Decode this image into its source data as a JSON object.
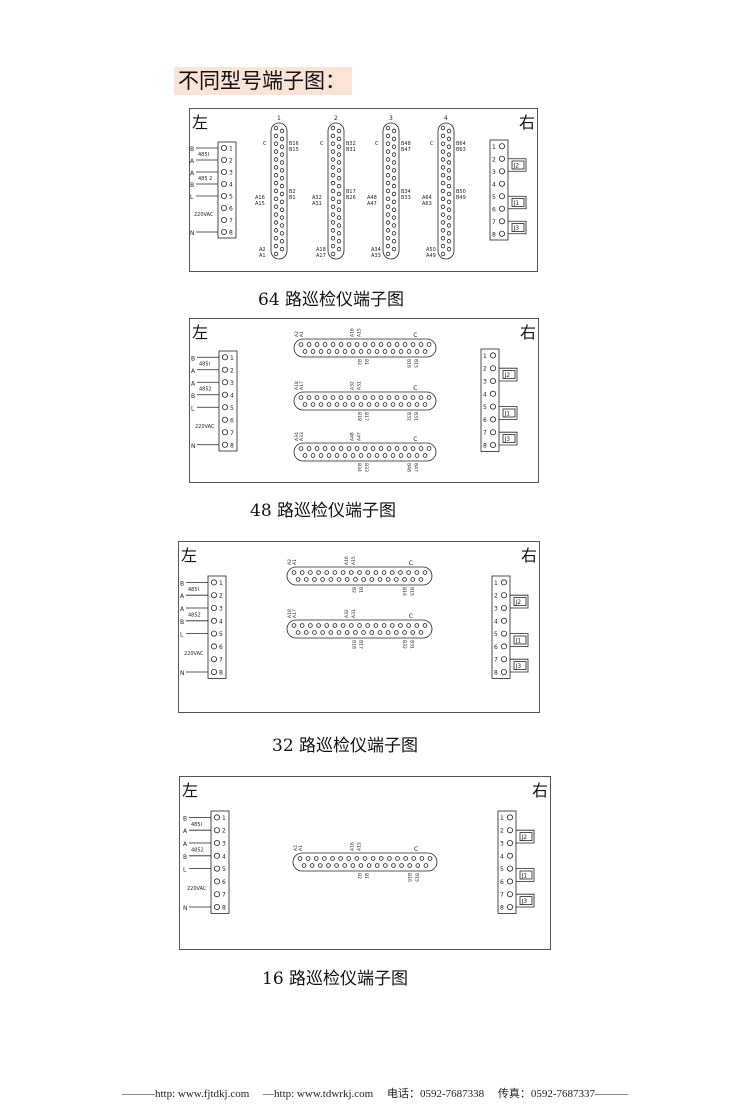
{
  "heading": "不同型号端子图：",
  "panels": [
    {
      "id": "p64",
      "caption": "64 路巡检仪端子图",
      "left_label": "左",
      "right_label": "右",
      "left_terminal": {
        "numbers": [
          "1",
          "2",
          "3",
          "4",
          "5",
          "6",
          "7",
          "8"
        ],
        "labels": [
          "B",
          "A",
          "A",
          "B",
          "L",
          "N"
        ],
        "sublabels": [
          "485I",
          "485 2",
          "220VAC"
        ]
      },
      "right_terminal": {
        "numbers": [
          "1",
          "2",
          "3",
          "4",
          "5",
          "6",
          "7",
          "8"
        ],
        "relays": [
          "J2",
          "J1",
          "J3"
        ]
      },
      "connectors": [
        {
          "number": "1",
          "top": [
            "C",
            "B16",
            "B15"
          ],
          "mid": [
            "B2",
            "B1"
          ],
          "left_mid": [
            "A16",
            "A15"
          ],
          "bottom": [
            "A2",
            "A1"
          ]
        },
        {
          "number": "2",
          "top": [
            "C",
            "B32",
            "B31"
          ],
          "mid": [
            "B17",
            "B26"
          ],
          "left_mid": [
            "A32",
            "A31"
          ],
          "bottom": [
            "A18",
            "A17"
          ]
        },
        {
          "number": "3",
          "top": [
            "C",
            "B48",
            "B47"
          ],
          "mid": [
            "B34",
            "B33"
          ],
          "left_mid": [
            "A48",
            "A47"
          ],
          "bottom": [
            "A34",
            "A33"
          ]
        },
        {
          "number": "4",
          "top": [
            "C",
            "B64",
            "B63"
          ],
          "mid": [
            "B50",
            "B49"
          ],
          "left_mid": [
            "A64",
            "A63"
          ],
          "bottom": [
            "A50",
            "A49"
          ]
        }
      ]
    },
    {
      "id": "p48",
      "caption": "48 路巡检仪端子图",
      "left_label": "左",
      "right_label": "右",
      "left_terminal": {
        "numbers": [
          "1",
          "2",
          "3",
          "4",
          "5",
          "6",
          "7",
          "8"
        ],
        "labels": [
          "B",
          "A",
          "A",
          "B",
          "L",
          "N"
        ],
        "sublabels": [
          "485I",
          "4852",
          "220VAC"
        ]
      },
      "right_terminal": {
        "numbers": [
          "1",
          "2",
          "3",
          "4",
          "5",
          "6",
          "7",
          "8"
        ],
        "relays": [
          "J2",
          "J1",
          "J3"
        ]
      },
      "connectors": [
        {
          "top": [
            "A2",
            "A1",
            "A16",
            "A15"
          ],
          "bottom": [
            "B2",
            "B1",
            "B16",
            "B15"
          ]
        },
        {
          "top": [
            "A18",
            "A17",
            "A32",
            "A31"
          ],
          "bottom": [
            "B18",
            "B17",
            "B32",
            "B31"
          ]
        },
        {
          "top": [
            "A34",
            "A33",
            "A48",
            "A47"
          ],
          "bottom": [
            "B34",
            "B33",
            "B48",
            "B47"
          ]
        }
      ]
    },
    {
      "id": "p32",
      "caption": "32 路巡检仪端子图",
      "left_label": "左",
      "right_label": "右",
      "left_terminal": {
        "numbers": [
          "1",
          "2",
          "3",
          "4",
          "5",
          "6",
          "7",
          "8"
        ],
        "labels": [
          "B",
          "A",
          "A",
          "B",
          "L",
          "N"
        ],
        "sublabels": [
          "485I",
          "4852",
          "220VAC"
        ]
      },
      "right_terminal": {
        "numbers": [
          "1",
          "2",
          "3",
          "4",
          "5",
          "6",
          "7",
          "8"
        ],
        "relays": [
          "J2",
          "J1",
          "J3"
        ]
      },
      "connectors": [
        {
          "top": [
            "A2",
            "A1",
            "A16",
            "A15"
          ],
          "bottom": [
            "B2",
            "B1",
            "B16",
            "B15"
          ]
        },
        {
          "top": [
            "A18",
            "A17",
            "A32",
            "A31"
          ],
          "bottom": [
            "B18",
            "B17",
            "B32",
            "B31"
          ]
        }
      ]
    },
    {
      "id": "p16",
      "caption": "16 路巡检仪端子图",
      "left_label": "左",
      "right_label": "右",
      "left_terminal": {
        "numbers": [
          "1",
          "2",
          "3",
          "4",
          "5",
          "6",
          "7",
          "8"
        ],
        "labels": [
          "B",
          "A",
          "A",
          "B",
          "L",
          "N"
        ],
        "sublabels": [
          "485I",
          "4852",
          "220VAC"
        ]
      },
      "right_terminal": {
        "numbers": [
          "1",
          "2",
          "3",
          "4",
          "5",
          "6",
          "7",
          "8"
        ],
        "relays": [
          "J2",
          "J1",
          "J3"
        ]
      },
      "connectors": [
        {
          "top": [
            "A2",
            "A1",
            "A16",
            "A15"
          ],
          "bottom": [
            "B2",
            "B1",
            "B16",
            "B15"
          ]
        }
      ]
    }
  ],
  "footer": "———http: www.fjtdkj.com     —http: www.tdwrkj.com     电话：0592-7687338     传真：0592-7687337———"
}
